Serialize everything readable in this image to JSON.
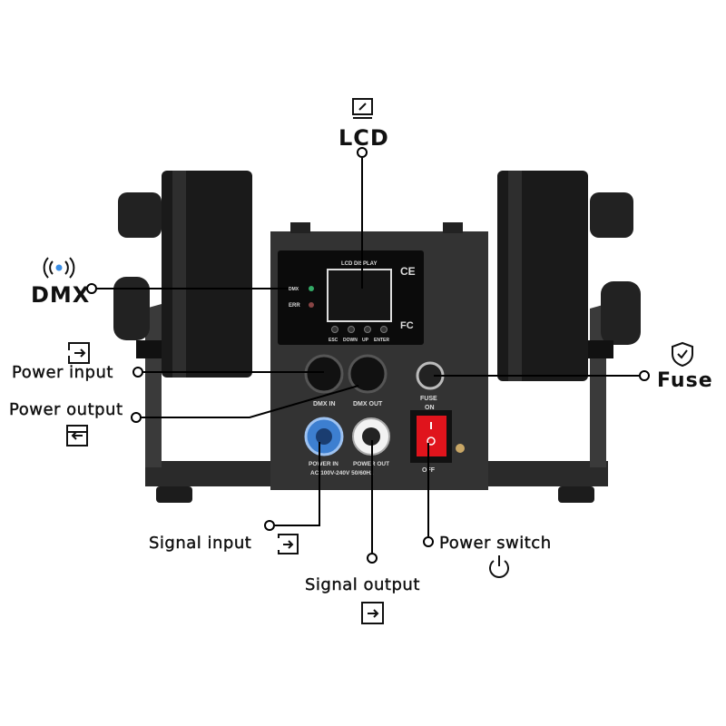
{
  "callouts": {
    "lcd": "LCD",
    "dmx": "DMX",
    "power_input": "Power input",
    "power_output": "Power output",
    "signal_input": "Signal input",
    "signal_output": "Signal output",
    "power_switch": "Power switch",
    "fuse": "Fuse"
  },
  "panel": {
    "lcd_display": "LCD DISPLAY",
    "dmx_led": "DMX",
    "err_led": "ERR",
    "buttons": [
      "ESC",
      "DOWN",
      "UP",
      "ENTER"
    ],
    "dmx_in": "DMX IN",
    "dmx_out": "DMX OUT",
    "fuse": "FUSE",
    "on": "ON",
    "off": "OFF",
    "power_in": "POWER IN",
    "power_out": "POWER OUT",
    "voltage": "AC 100V-240V  50/60Hz",
    "cert_ce": "CE",
    "cert_fc": "FC"
  },
  "colors": {
    "dmx_dot": "#3a8ee6",
    "switch": "#e0141c",
    "power_in": "#3d7fd0"
  }
}
